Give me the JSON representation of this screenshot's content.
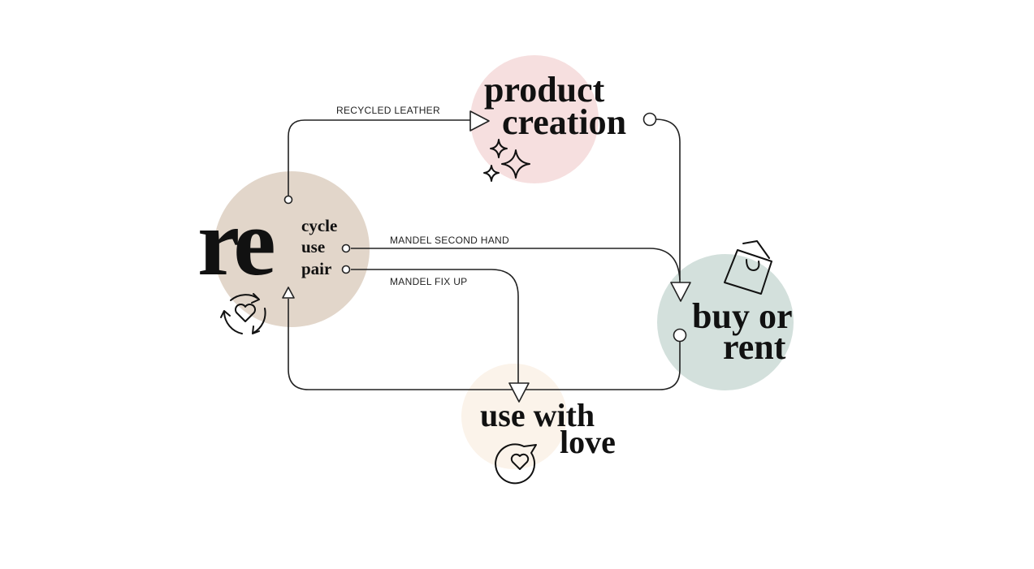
{
  "colors": {
    "reuse_circle": "#e2d6ca",
    "product_circle": "#f6dfdf",
    "buy_circle": "#d3e0dc",
    "use_circle": "#fbf3ea",
    "line": "#222222"
  },
  "nodes": {
    "re": {
      "prefix": "re",
      "suffixes": [
        "cycle",
        "use",
        "pair"
      ],
      "icon": "recycle-heart-icon"
    },
    "product": {
      "line1": "product",
      "line2": "creation",
      "icon": "sparkles-icon"
    },
    "buy": {
      "line1": "buy or",
      "line2": "rent",
      "icon": "shopping-bag-icon"
    },
    "use": {
      "line1": "use with",
      "line2": "love",
      "icon": "heart-speech-bubble-icon"
    }
  },
  "edges": [
    {
      "label": "RECYCLED LEATHER",
      "from": "re",
      "to": "product"
    },
    {
      "label": "MANDEL SECOND HAND",
      "from": "re",
      "to": "buy"
    },
    {
      "label": "MANDEL FIX UP",
      "from": "re",
      "to": "use"
    },
    {
      "label": "",
      "from": "product",
      "to": "buy"
    },
    {
      "label": "",
      "from": "buy",
      "to": "re"
    }
  ]
}
